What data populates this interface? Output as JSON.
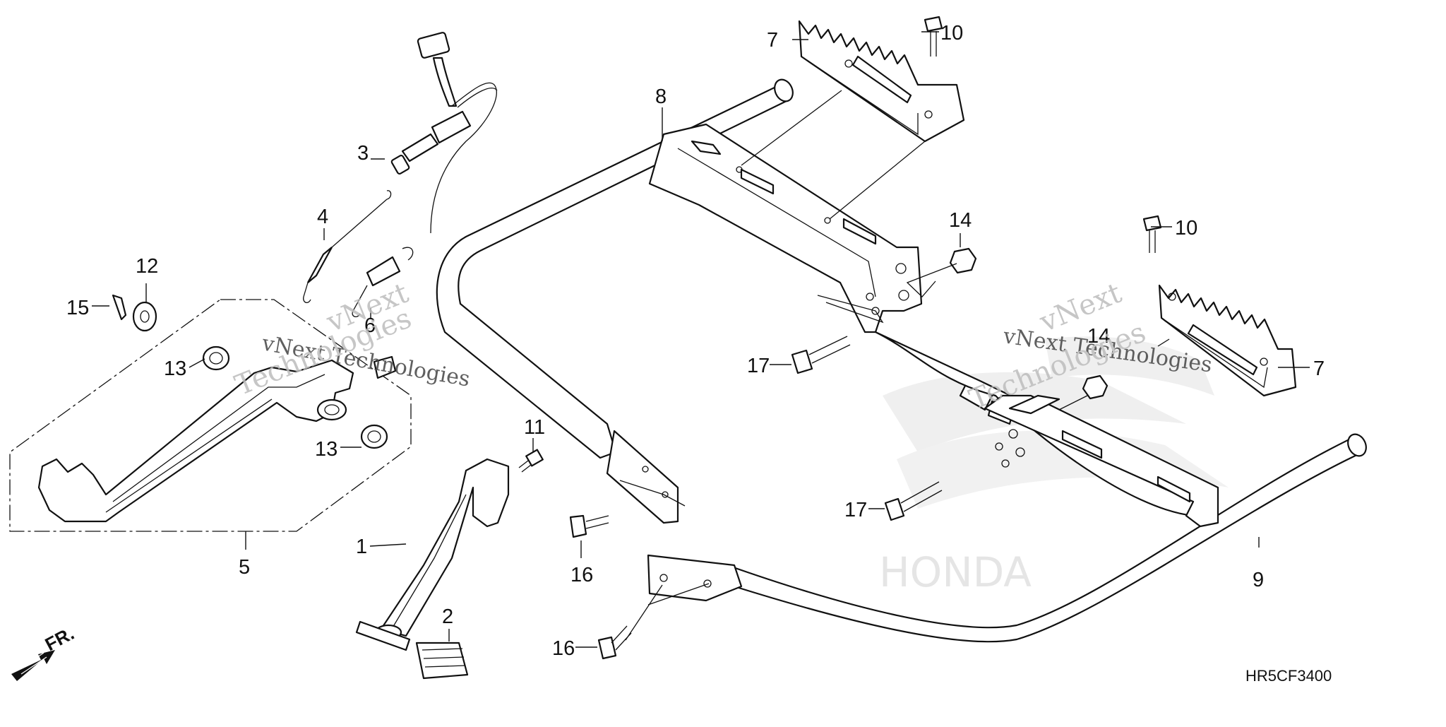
{
  "diagram": {
    "code": "HR5CF3400",
    "direction_label": "FR.",
    "watermarks": {
      "line1": "vNext",
      "line2": "vNext Technologies",
      "line3": "Technologies"
    },
    "brand_watermark": "HONDA",
    "callouts": [
      "1",
      "2",
      "3",
      "4",
      "5",
      "6",
      "7",
      "8",
      "9",
      "10",
      "11",
      "12",
      "13",
      "14",
      "15",
      "16",
      "17"
    ]
  }
}
